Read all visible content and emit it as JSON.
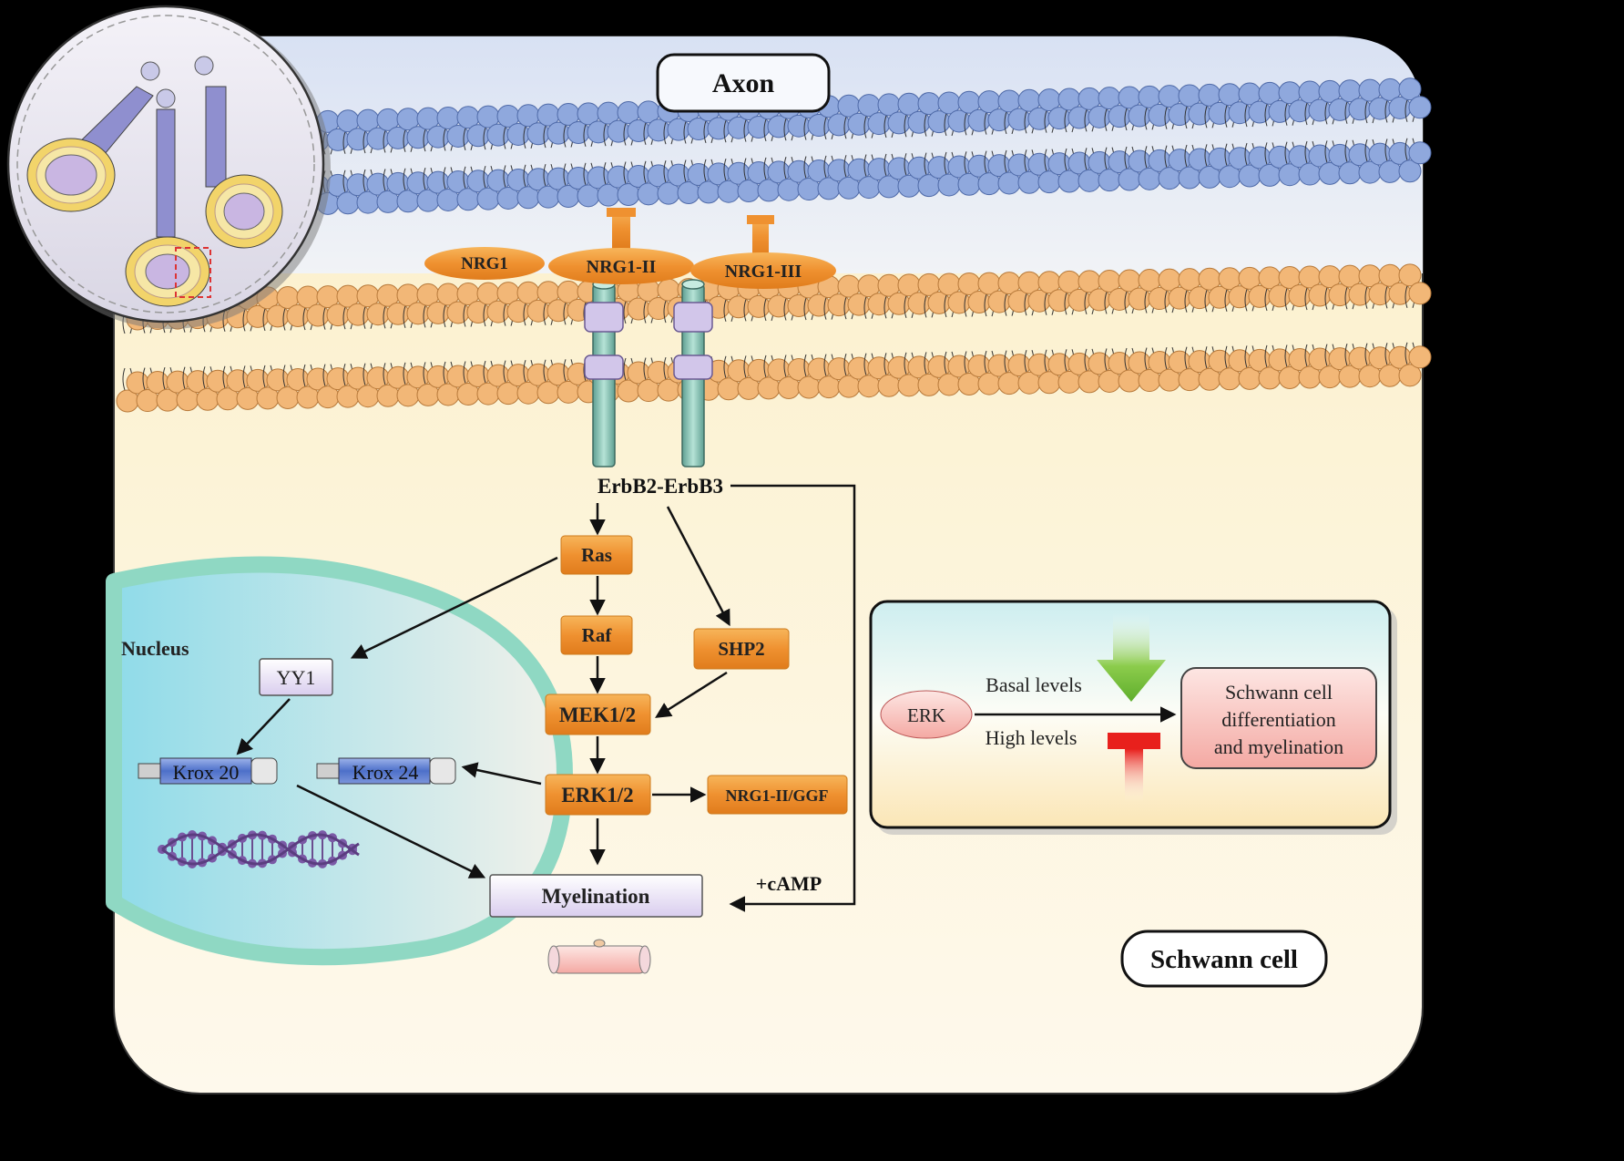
{
  "labels": {
    "axon": "Axon",
    "schwann_cell": "Schwann cell",
    "nucleus": "Nucleus",
    "nrg1": "NRG1",
    "nrg1_ii": "NRG1-II",
    "nrg1_iii": "NRG1-III",
    "receptor": "ErbB2-ErbB3",
    "ras": "Ras",
    "raf": "Raf",
    "shp2": "SHP2",
    "mek": "MEK1/2",
    "erk12": "ERK1/2",
    "nrg1_ggf": "NRG1-II/GGF",
    "yy1": "YY1",
    "krox20": "Krox 20",
    "krox24": "Krox 24",
    "myelination": "Myelination",
    "camp": "+cAMP"
  },
  "inset": {
    "erk": "ERK",
    "basal": "Basal levels",
    "high": "High levels",
    "outcome_line1": "Schwann cell",
    "outcome_line2": "differentiation",
    "outcome_line3": "and myelination"
  },
  "colors": {
    "background": "#000000",
    "axon_fill": "#e7ecf7",
    "schwann_fill": "#fdf5dc",
    "axon_lipid": "#8fa8dd",
    "schwann_lipid": "#f2b777",
    "pathway_box": "#f0962e",
    "nucleus_ring": "#8fd8c3",
    "promote_arrow": "#7cc142",
    "inhibit_bar": "#e8201c"
  }
}
